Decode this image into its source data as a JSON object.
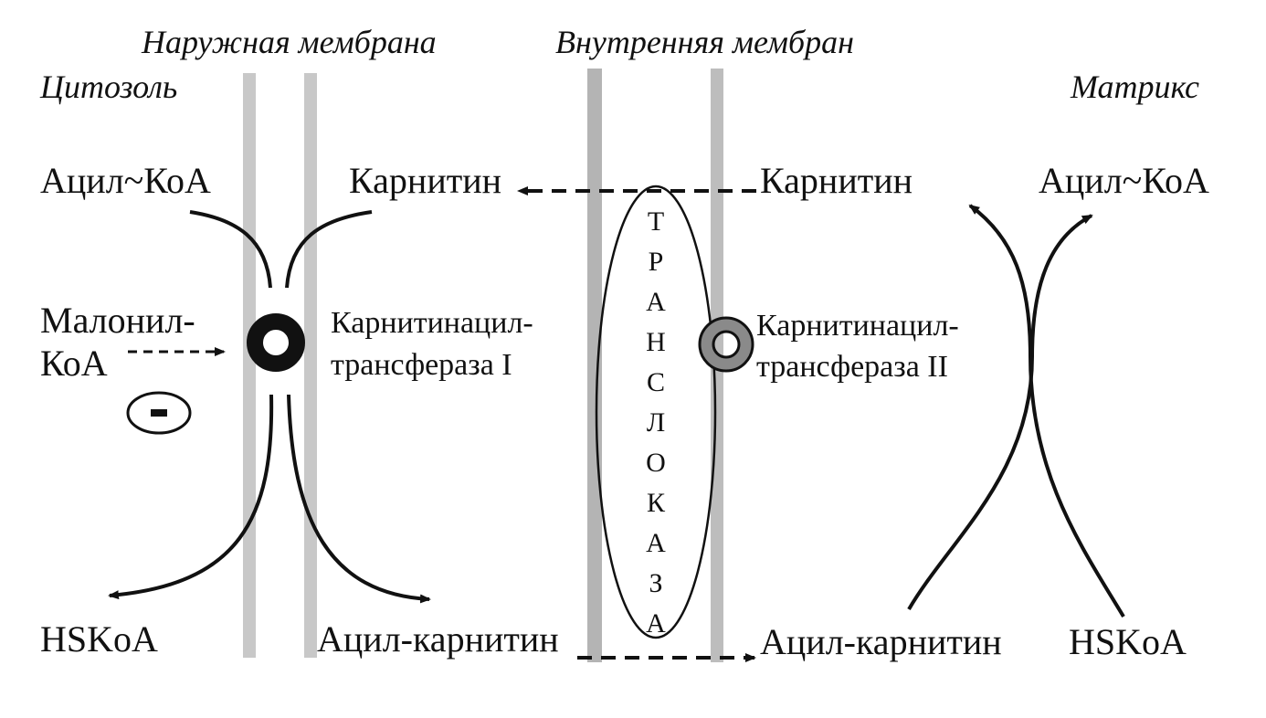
{
  "headers": {
    "outer_membrane": "Наружная мембрана",
    "inner_membrane": "Внутренняя мембран",
    "cytosol": "Цитозоль",
    "matrix": "Матрикс"
  },
  "cytosol": {
    "acyl_coa": "Ацил~КоА",
    "carnitine": "Карнитин",
    "malonyl_coa_line1": "Малонил-",
    "malonyl_coa_line2": "КоА",
    "inhibition_sign": "-",
    "hskoa": "HSKoA",
    "acyl_carnitine": "Ацил-карнитин"
  },
  "enzyme_1": {
    "line1": "Карнитинацил-",
    "line2": "трансфераза I"
  },
  "translocase": {
    "letters": [
      "Т",
      "Р",
      "А",
      "Н",
      "С",
      "Л",
      "О",
      "К",
      "А",
      "З",
      "А"
    ]
  },
  "matrix_side": {
    "carnitine": "Карнитин",
    "acyl_coa": "Ацил~КоА",
    "hskoa": "HSKoA",
    "acyl_carnitine": "Ацил-карнитин"
  },
  "enzyme_2": {
    "line1": "Карнитинацил-",
    "line2": "трансфераза II"
  },
  "colors": {
    "ink": "#111111",
    "membrane": "#bdbdbd",
    "background": "#ffffff"
  }
}
